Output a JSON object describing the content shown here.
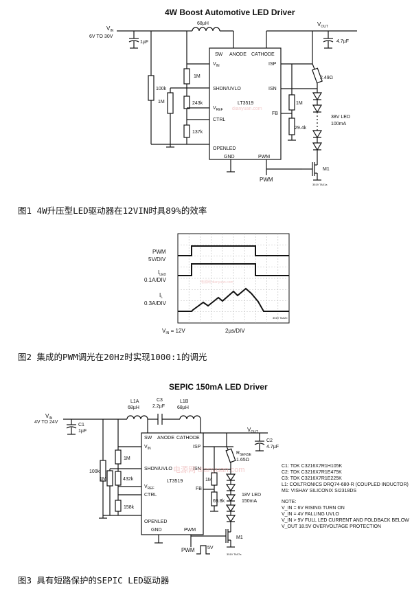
{
  "fig1": {
    "title": "4W Boost Automotive LED Driver",
    "vin_label": "V",
    "vin_sub": "IN",
    "vin_range": "6V TO 30V",
    "c_in": "1µF",
    "inductor": "68µH",
    "vout_label": "V",
    "vout_sub": "OUT",
    "c_out": "4.7µF",
    "ic_name": "LT3519",
    "pin_sw": "SW",
    "pin_anode": "ANODE",
    "pin_cathode": "CATHODE",
    "pin_vin": "V",
    "pin_vin_sub": "IN",
    "pin_isp": "ISP",
    "pin_shdn": "SHDN/UVLO",
    "pin_isn": "ISN",
    "pin_vref": "V",
    "pin_vref_sub": "REF",
    "pin_fb": "FB",
    "pin_ctrl": "CTRL",
    "pin_openled": "OPENLED",
    "pin_gnd": "GND",
    "pin_pwm": "PWM",
    "r_100k": "100k",
    "r_1m_a": "1M",
    "r_1m_b": "1M",
    "r_243k": "243k",
    "r_137k": "137k",
    "r_sense": "2.49Ω",
    "r_1m_c": "1M",
    "r_29k": "29.4k",
    "led_label1": "38V LED",
    "led_label2": "100mA",
    "m1": "M1",
    "pwm_in": "PWM",
    "code": "3519 TA01a",
    "watermark": "dianyuan.com",
    "caption": "图1 4W升压型LED驱动器在12VIN时具89%的效率"
  },
  "fig2": {
    "pwm_label": "PWM",
    "pwm_scale": "5V/DIV",
    "iled_label": "I",
    "iled_sub": "LED",
    "iled_scale": "0.1A/DIV",
    "il_label": "I",
    "il_sub": "L",
    "il_scale": "0.3A/DIV",
    "vin_note": "V",
    "vin_note_sub": "IN",
    "vin_note_val": " = 12V",
    "time_div": "2µs/DIV",
    "code": "3519 TA02b",
    "watermark": "电源网 dianyuan.com",
    "caption": "图2 集成的PWM调光在20Hz时实现1000:1的调光"
  },
  "fig3": {
    "title": "SEPIC 150mA LED Driver",
    "vin_label": "V",
    "vin_sub": "IN",
    "vin_range": "4V TO 24V",
    "c1_name": "C1",
    "c1_val": "1µF",
    "l1a_name": "L1A",
    "l1a_val": "68µH",
    "c3_name": "C3",
    "c3_val": "2.2µF",
    "l1b_name": "L1B",
    "l1b_val": "68µH",
    "vout_label": "V",
    "vout_sub": "OUT",
    "c2_name": "C2",
    "c2_val": "4.7µF",
    "ic_name": "LT3519",
    "r_100k": "100k",
    "r_1m_a": "1M",
    "r_1m_b": "1M",
    "r_432k": "432k",
    "r_158k": "158k",
    "rsense_label": "R",
    "rsense_sub": "SENSE",
    "rsense_val": "1.65Ω",
    "r_1m_c": "1M",
    "r_69k": "69.8k",
    "led_label1": "18V LED",
    "led_label2": "150mA",
    "m1": "M1",
    "pwm_in": "PWM",
    "pwm_amp": "5V",
    "code": "3519 TA07a",
    "watermark": "电源网 dianyuan.com",
    "notes": [
      "C1: TDK C3216X7R1H105K",
      "C2: TDK C3216X7R1E475K",
      "C3: TDK C3216X7R1E225K",
      "L1: COILTRONICS DRQ74-680-R (COUPLED INDUCTOR)",
      "M1: VISHAY SILICONIX SI2318DS"
    ],
    "note_title": "NOTE:",
    "note_lines": [
      "V_IN = 6V RISING TURN ON",
      "V_IN = 4V FALLING UVLO",
      "V_IN > 9V FULL LED CURRENT AND FOLDBACK BELOW",
      "V_OUT 18.5V OVERVOLTAGE PROTECTION"
    ],
    "caption": "图3 具有短路保护的SEPIC LED驱动器"
  }
}
